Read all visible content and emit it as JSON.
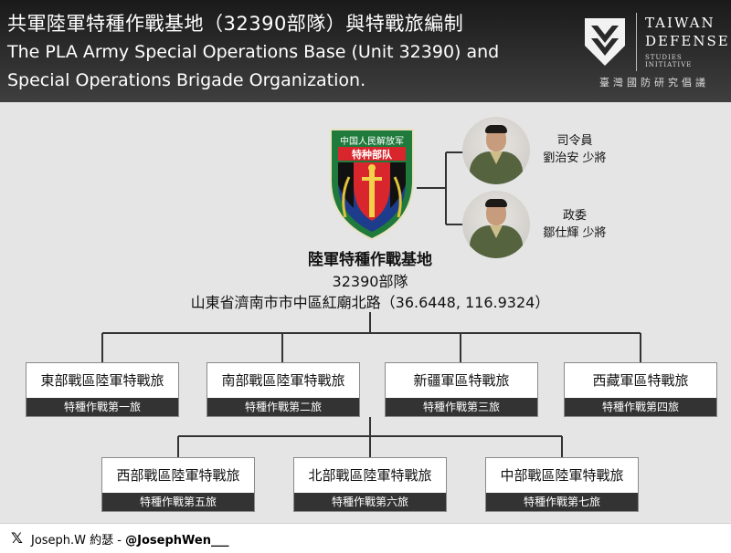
{
  "header": {
    "title_zh": "共軍陸軍特種作戰基地（32390部隊）與特戰旅編制",
    "title_en_line1": "The PLA Army Special Operations Base (Unit 32390) and",
    "title_en_line2": "Special Operations Brigade Organization.",
    "logo": {
      "icon": "taiwan-defense-shield-logo",
      "line1": "TAIWAN",
      "line2": "DEFENSE",
      "line3": "STUDIES INITIATIVE",
      "line4": "臺灣國防研究倡議"
    }
  },
  "emblem": {
    "icon": "pla-special-forces-shield-emblem",
    "top_text": "中国人民解放军",
    "band_text": "特种部队"
  },
  "leaders": [
    {
      "title": "司令員",
      "name": "劉治安  少將",
      "icon": "commander-portrait"
    },
    {
      "title": "政委",
      "name": "鄒仕輝  少將",
      "icon": "commissar-portrait"
    }
  ],
  "base": {
    "name": "陸軍特種作戰基地",
    "unit": "32390部隊",
    "address": "山東省濟南市市中區紅廟北路（36.6448, 116.9324）"
  },
  "brigades": [
    {
      "name": "東部戰區陸軍特戰旅",
      "unit": "特種作戰第一旅"
    },
    {
      "name": "南部戰區陸軍特戰旅",
      "unit": "特種作戰第二旅"
    },
    {
      "name": "新疆軍區特戰旅",
      "unit": "特種作戰第三旅"
    },
    {
      "name": "西藏軍區特戰旅",
      "unit": "特種作戰第四旅"
    },
    {
      "name": "西部戰區陸軍特戰旅",
      "unit": "特種作戰第五旅"
    },
    {
      "name": "北部戰區陸軍特戰旅",
      "unit": "特種作戰第六旅"
    },
    {
      "name": "中部戰區陸軍特戰旅",
      "unit": "特種作戰第七旅"
    }
  ],
  "footer": {
    "icon": "x-logo-icon",
    "author": "Joseph.W 約瑟 - ",
    "handle": "@JosephWen___"
  },
  "colors": {
    "header_bg": "#2a2a2a",
    "unit_bar": "#333333",
    "emblem_red": "#d8262c",
    "emblem_green": "#1f7a3c",
    "emblem_blue": "#1d3c8c"
  }
}
